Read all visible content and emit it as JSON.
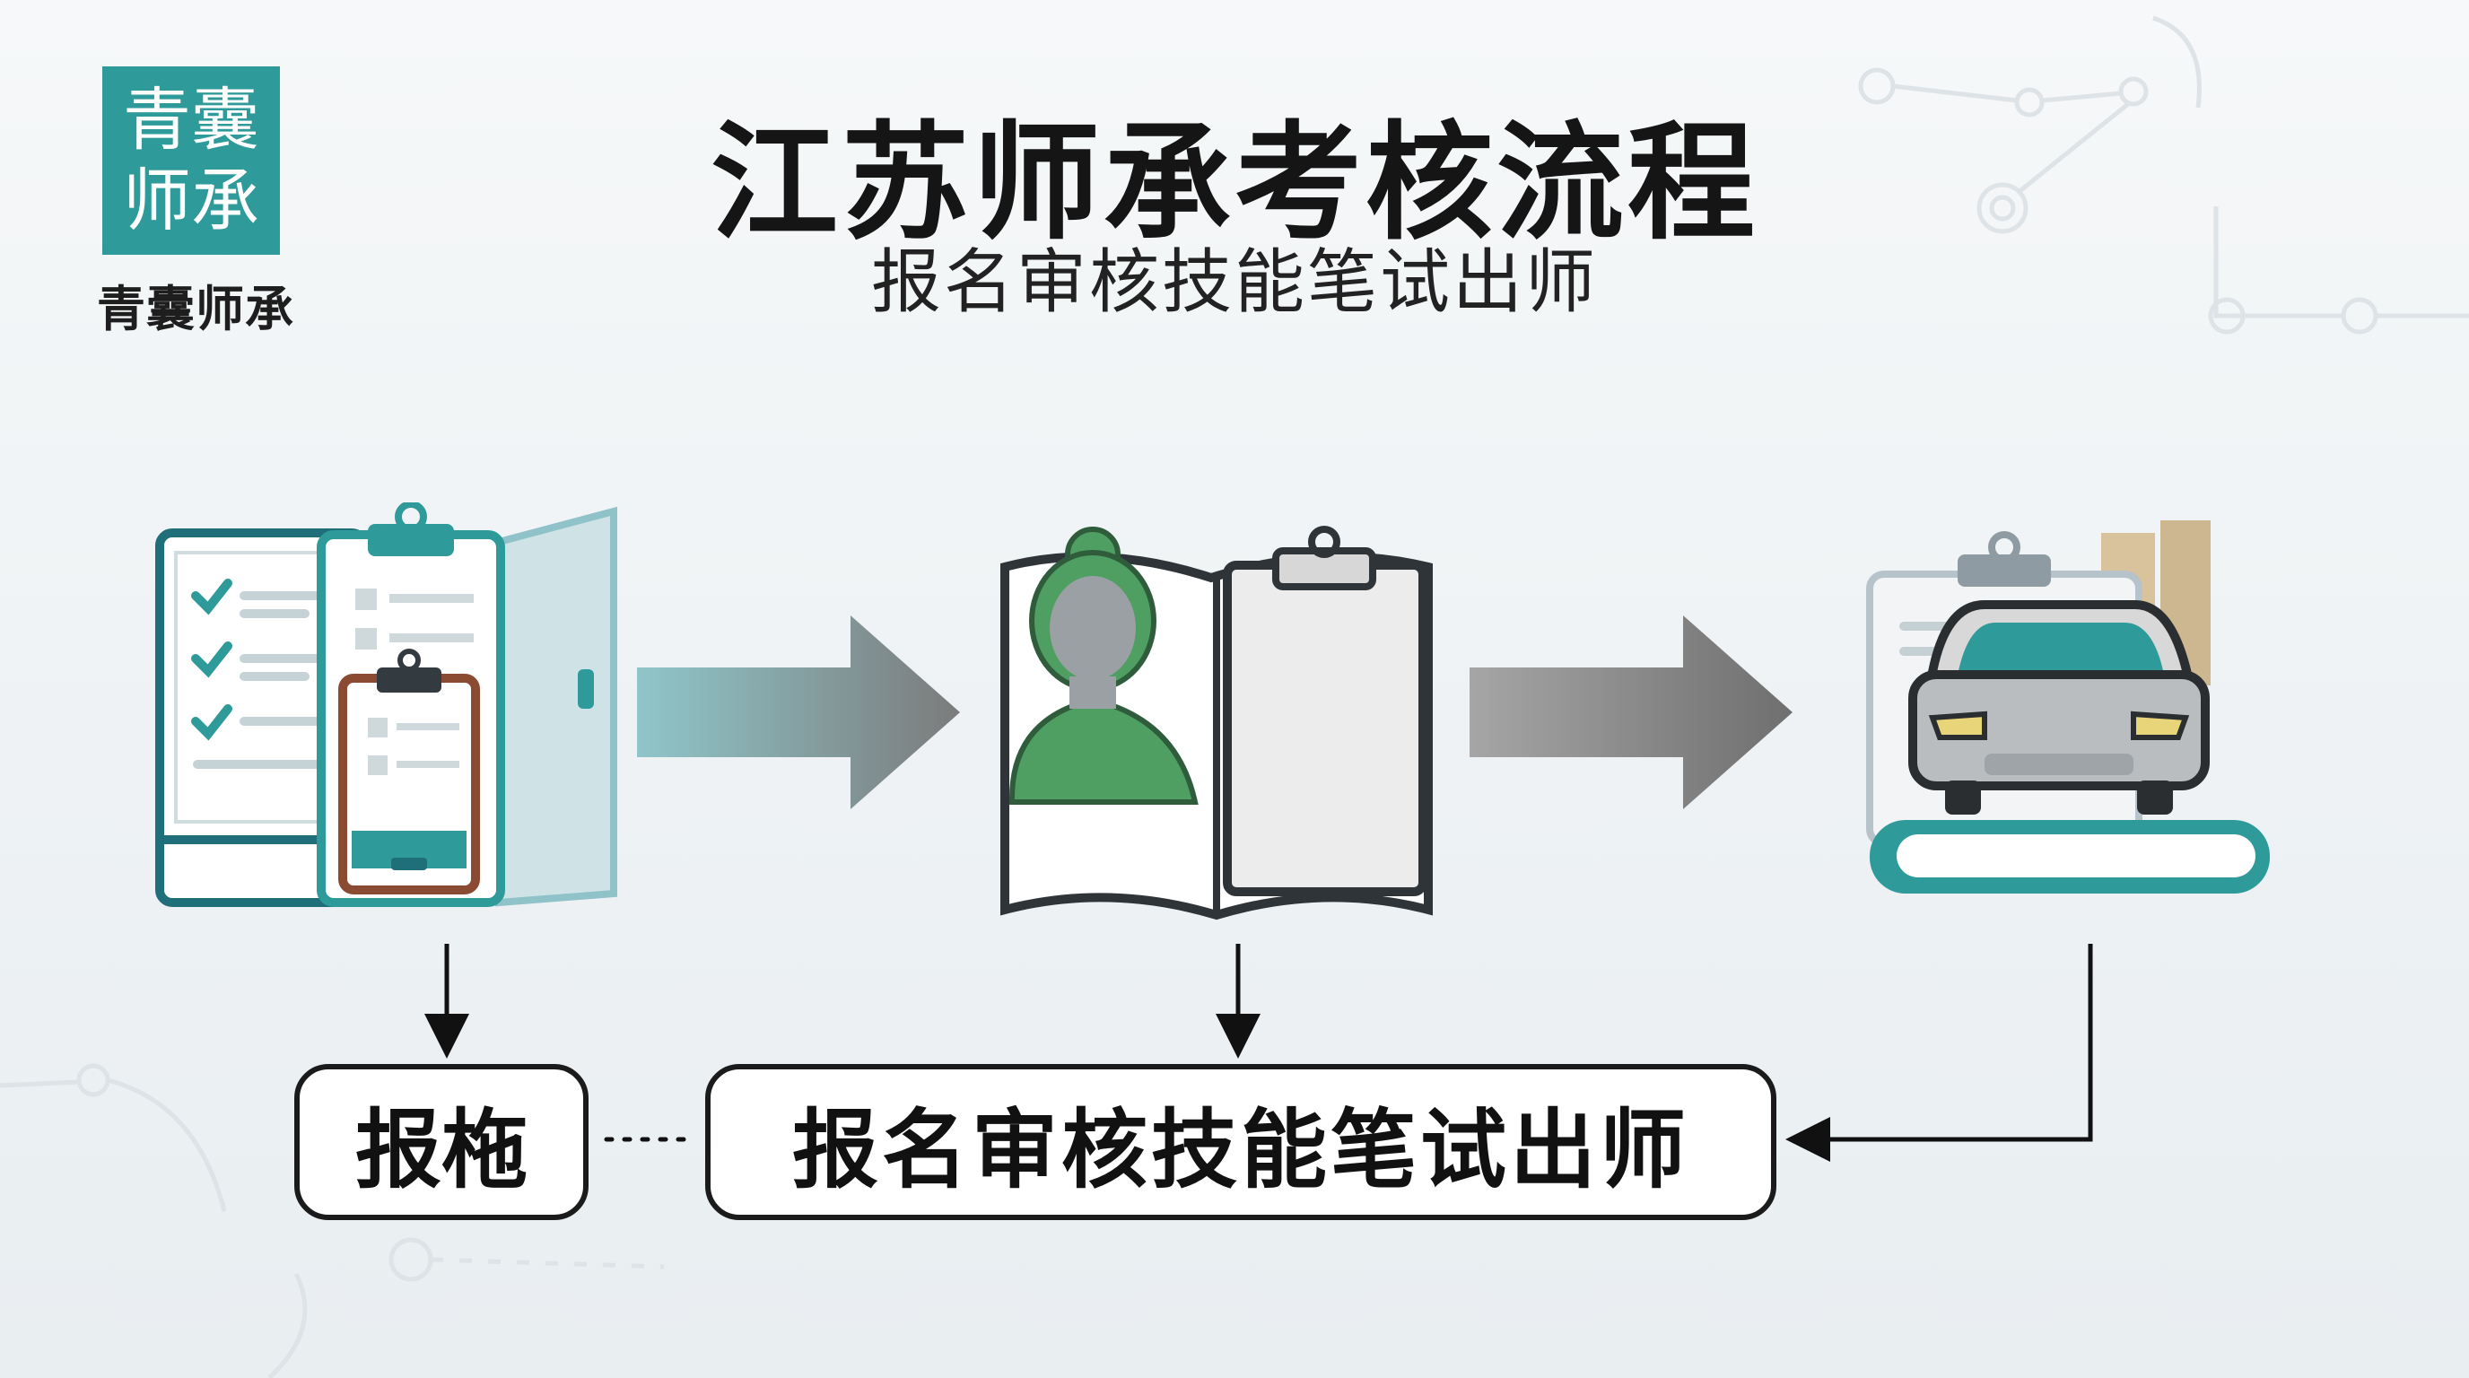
{
  "logo": {
    "line1": "青囊",
    "line2": "师承",
    "caption": "青囊师承"
  },
  "header": {
    "title": "江苏师承考核流程",
    "subtitle": "报名审核技能笔试出师"
  },
  "flow": {
    "box_left_label": "报柂",
    "box_right_label": "报名审核技能笔试出师"
  },
  "icons": {
    "step1": "clipboard-phone-door-icon",
    "step2": "person-open-book-icon",
    "step3": "car-clipboard-icon"
  },
  "colors": {
    "teal": "#2e9a9a",
    "dark_teal": "#1f6f7a",
    "green": "#4f9e62",
    "arrow_gray": "#7a7a7a",
    "brown": "#8b4a32",
    "yellow": "#e8d57a"
  }
}
